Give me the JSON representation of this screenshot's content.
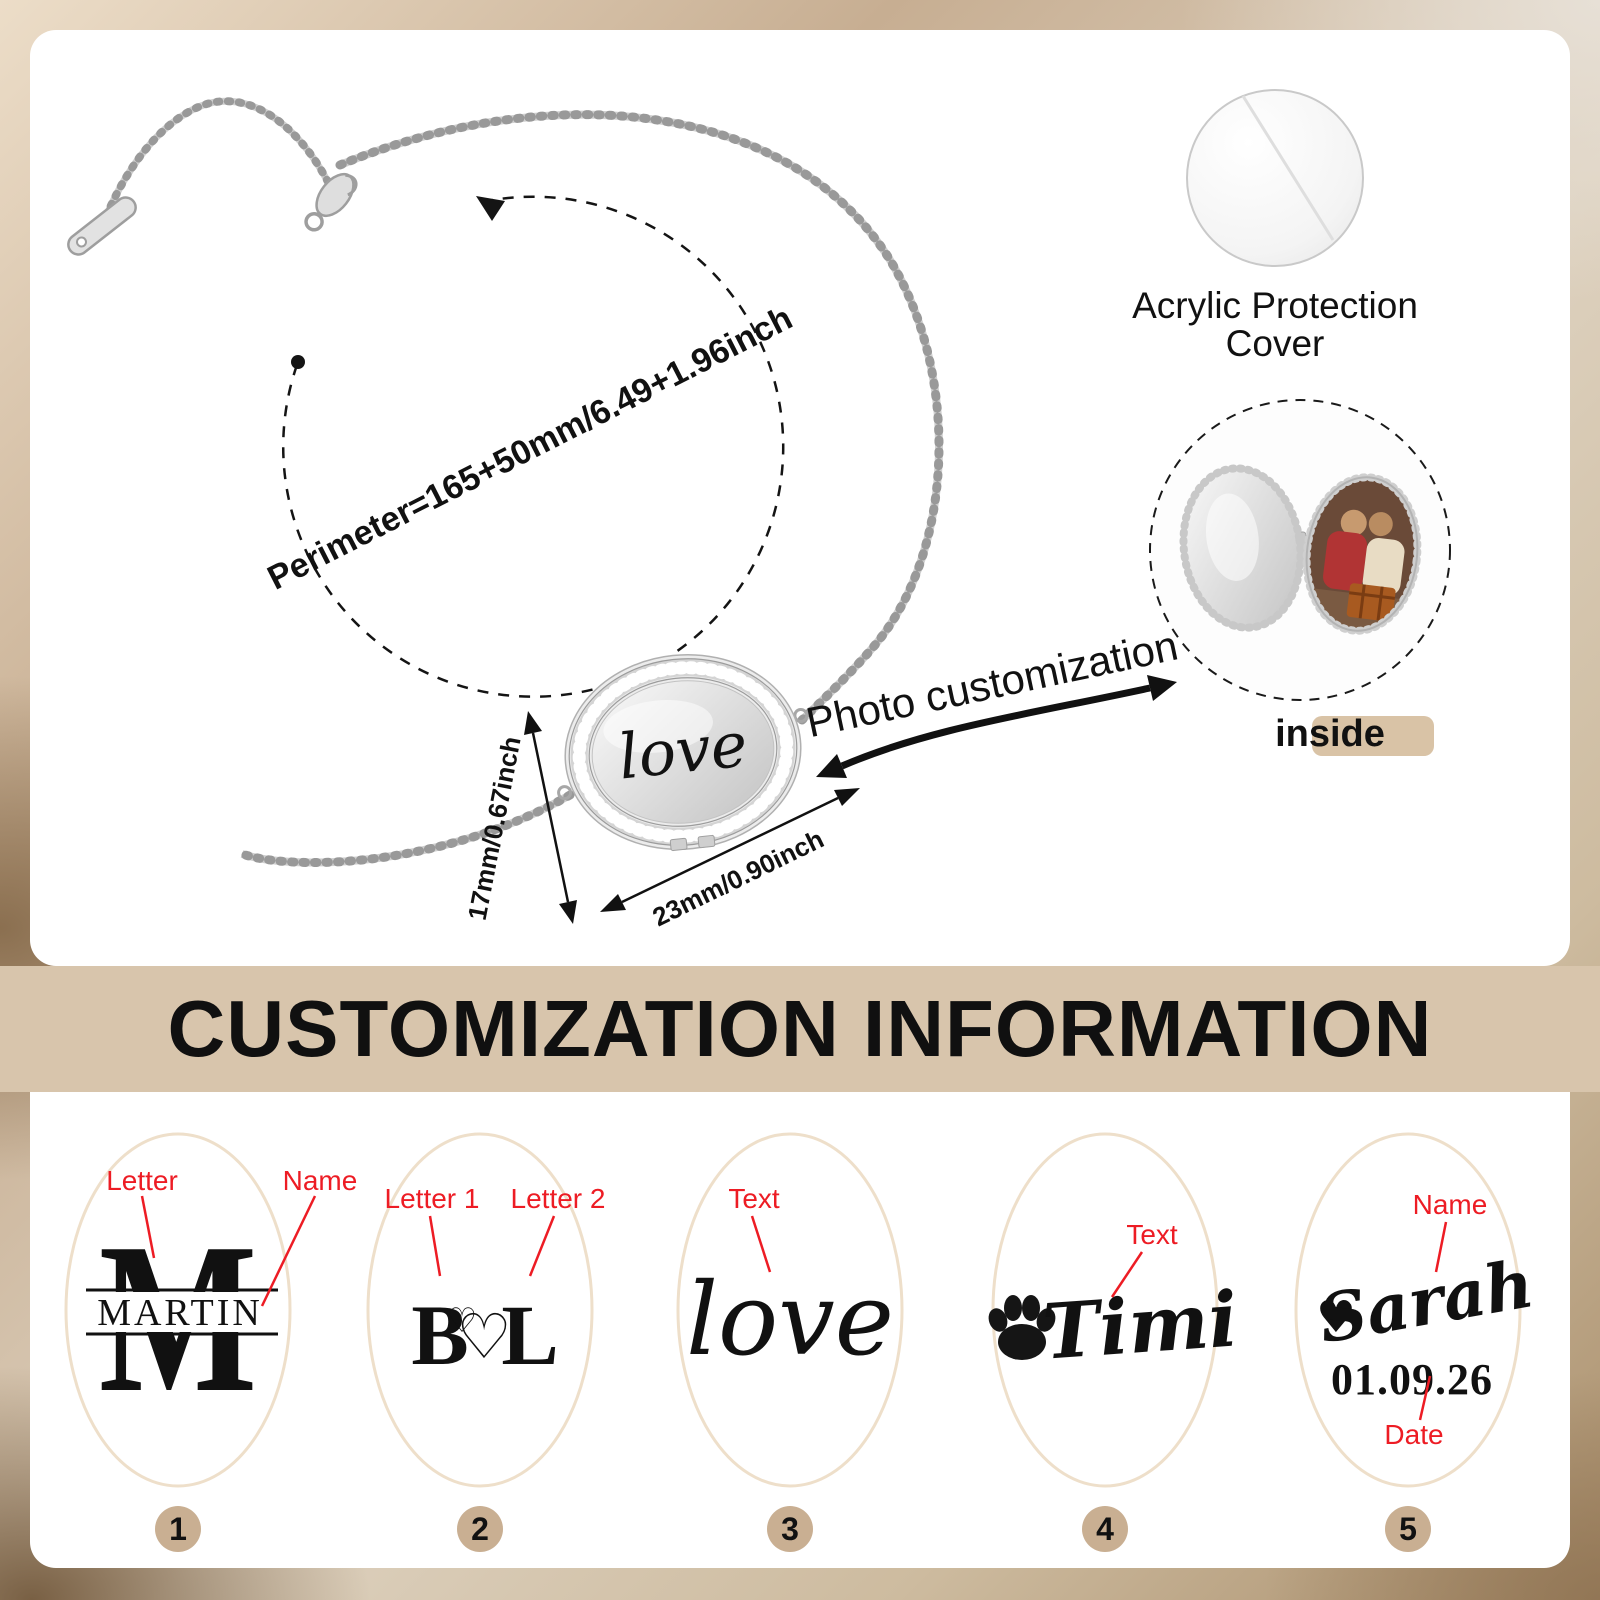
{
  "product": {
    "perimeter": "Perimeter=165+50mm/6.49+1.96inch",
    "engraving": "love",
    "height_label": "17mm/0.67inch",
    "width_label": "23mm/0.90inch",
    "photo_customization": "Photo customization",
    "acrylic_line1": "Acrylic Protection",
    "acrylic_line2": "Cover",
    "inside": "inside"
  },
  "banner": {
    "title": "CUSTOMIZATION INFORMATION"
  },
  "options": [
    {
      "number": "1",
      "labels": {
        "letter": "Letter",
        "name": "Name"
      },
      "letter": "M",
      "name": "MARTIN"
    },
    {
      "number": "2",
      "labels": {
        "letter1": "Letter 1",
        "letter2": "Letter 2"
      },
      "letter1": "B",
      "letter2": "L",
      "heart": "♡",
      "heart_small": "♡"
    },
    {
      "number": "3",
      "labels": {
        "text": "Text"
      },
      "text": "love"
    },
    {
      "number": "4",
      "labels": {
        "text": "Text"
      },
      "text": "Timi"
    },
    {
      "number": "5",
      "labels": {
        "name": "Name",
        "date": "Date"
      },
      "heart": "♥",
      "name": "Sarah",
      "date": "01.09.26"
    }
  ],
  "colors": {
    "banner_bg": "#d8c5ac",
    "annotation_red": "#ed1c24",
    "number_badge": "#c9af92",
    "metal_silver": "#c9c9c9"
  }
}
